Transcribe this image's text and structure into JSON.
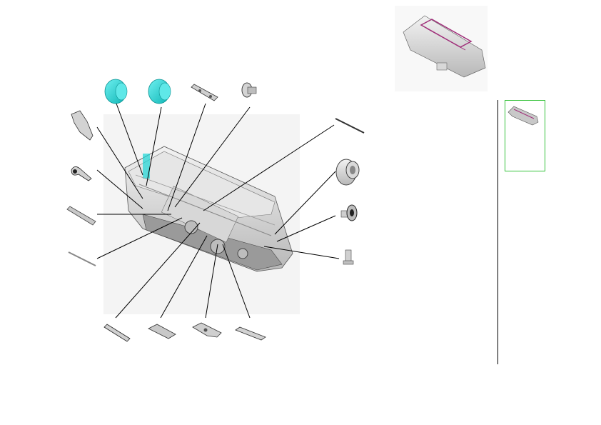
{
  "diagram": {
    "type": "exploded-parts-view",
    "parts": [
      {
        "id": "cyan-roller-left",
        "label": ""
      },
      {
        "id": "cyan-roller-right",
        "label": ""
      },
      {
        "id": "shaft-bracket",
        "label": ""
      },
      {
        "id": "gear-bushing",
        "label": ""
      },
      {
        "id": "side-frame-bracket",
        "label": ""
      },
      {
        "id": "lever-arm",
        "label": ""
      },
      {
        "id": "guide-plate",
        "label": ""
      },
      {
        "id": "rod",
        "label": ""
      },
      {
        "id": "long-rod-right",
        "label": ""
      },
      {
        "id": "gray-roller",
        "label": ""
      },
      {
        "id": "gear-flange",
        "label": ""
      },
      {
        "id": "pin-bushing",
        "label": ""
      },
      {
        "id": "guide-rail-bottom",
        "label": ""
      },
      {
        "id": "cover-plate-bottom",
        "label": ""
      },
      {
        "id": "holder-bottom",
        "label": ""
      },
      {
        "id": "spring-plate-bottom",
        "label": ""
      }
    ]
  },
  "colors": {
    "accent": "#34c23a",
    "roller_cyan": "#19d6d6",
    "part_gray": "#cfcfcf",
    "line": "#000000",
    "magenta": "#a0307a"
  }
}
